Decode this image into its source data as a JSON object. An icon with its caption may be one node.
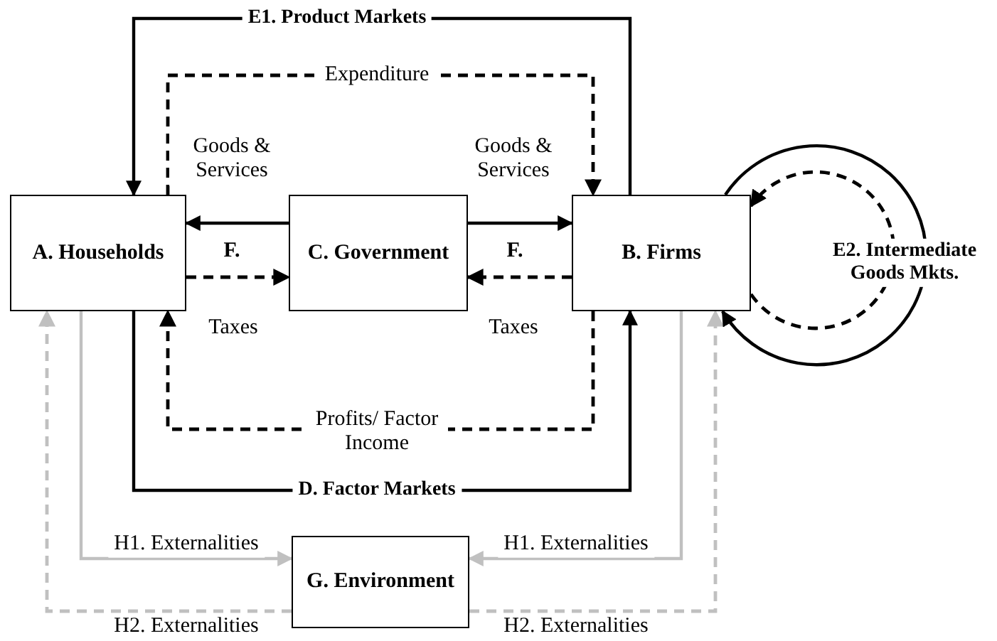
{
  "diagram": {
    "nodes": [
      {
        "text": [
          "A. Households"
        ]
      },
      {
        "text": [
          "C. Government"
        ]
      },
      {
        "text": [
          "B. Firms"
        ]
      },
      {
        "text": [
          "G. Environment"
        ]
      }
    ],
    "edges": [
      {
        "from": 2,
        "to": 0,
        "arrow": "to",
        "label": "E1. Product Markets"
      },
      {
        "from": 0,
        "to": 2,
        "arrow": "to",
        "label": "Expenditure",
        "style": "dashed"
      },
      {
        "from": 1,
        "to": 0,
        "arrow": "to",
        "label": "Goods & Services"
      },
      {
        "from": 1,
        "to": 2,
        "arrow": "to",
        "label": "Goods & Services"
      },
      {
        "from": 0,
        "to": 1,
        "arrow": "to",
        "label": "Taxes",
        "style": "dashed"
      },
      {
        "from": 2,
        "to": 1,
        "arrow": "to",
        "label": "Taxes",
        "style": "dashed"
      },
      {
        "from": 2,
        "to": 0,
        "arrow": "to",
        "label": "Profits/ Factor Income",
        "style": "dashed"
      },
      {
        "from": 0,
        "to": 2,
        "arrow": "to",
        "label": "D. Factor Markets"
      },
      {
        "from": 0,
        "to": 3,
        "arrow": "to",
        "label": "H1. Externalities",
        "color": "#c0c0c0"
      },
      {
        "from": 2,
        "to": 3,
        "arrow": "to",
        "label": "H1. Externalities",
        "color": "#c0c0c0"
      },
      {
        "from": 3,
        "to": 0,
        "arrow": "to",
        "label": "H2. Externalities",
        "style": "dashed",
        "color": "#c0c0c0"
      },
      {
        "from": 3,
        "to": 2,
        "arrow": "to",
        "label": "H2. Externalities",
        "style": "dashed",
        "color": "#c0c0c0"
      },
      {
        "from": 2,
        "to": 2,
        "arrow": "to",
        "label": "E2. Intermediate Goods Mkts."
      },
      {
        "from": 2,
        "to": 2,
        "arrow": "to",
        "style": "dashed"
      }
    ],
    "labels": [
      "F.",
      "F."
    ]
  }
}
